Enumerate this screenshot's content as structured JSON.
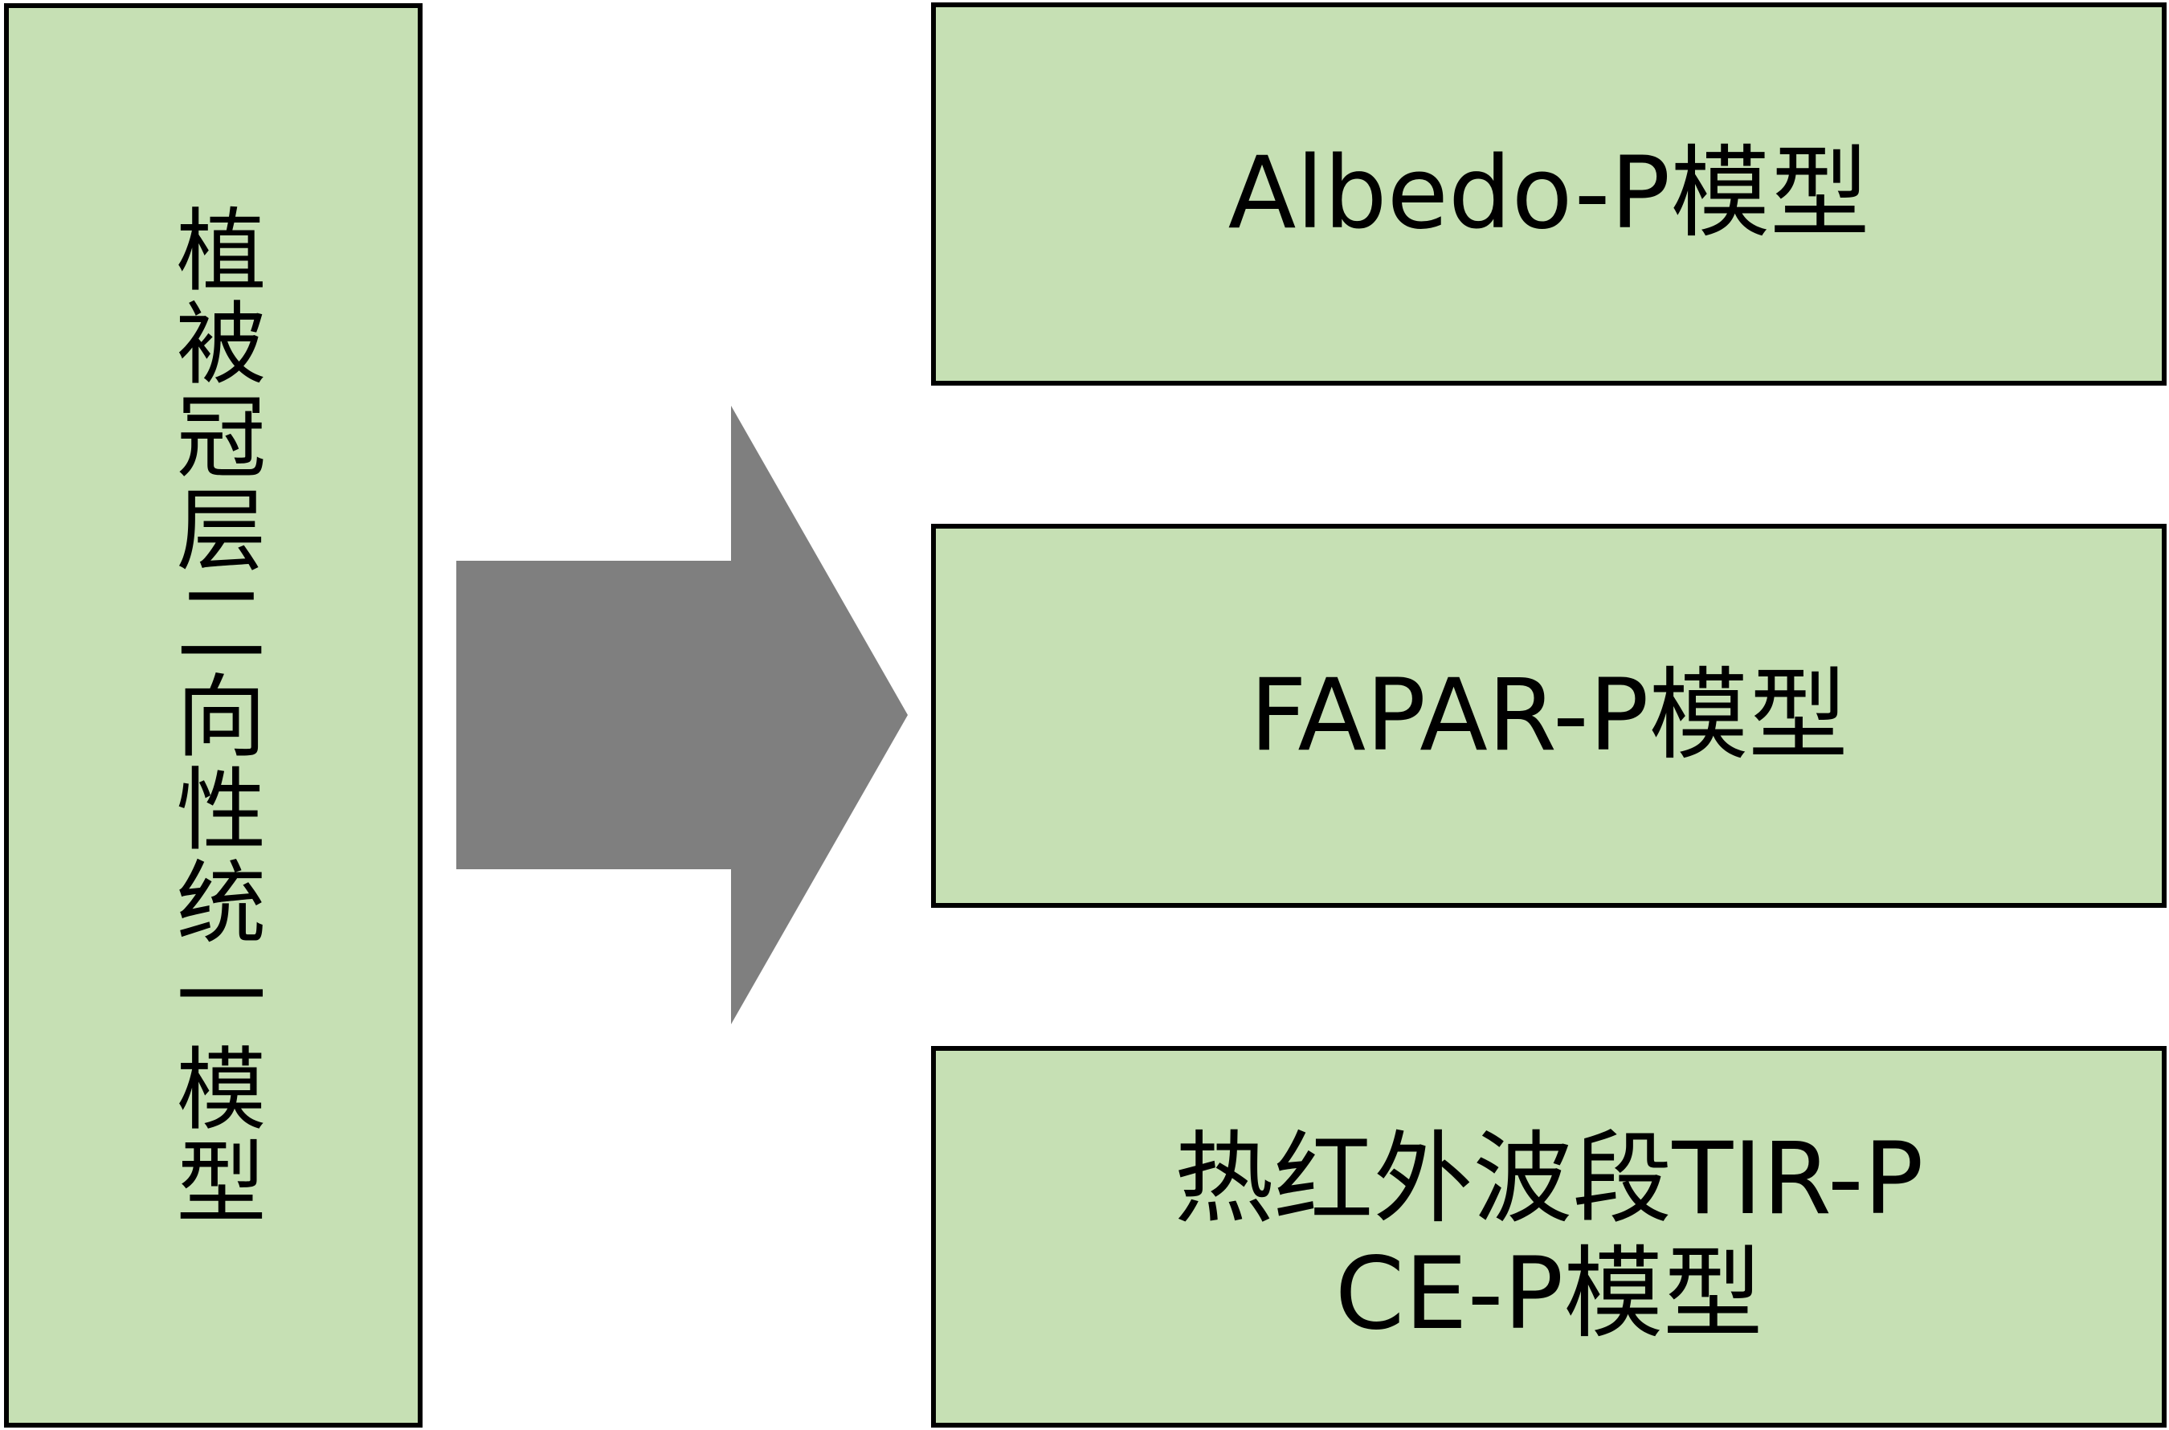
{
  "colors": {
    "box_fill": "#c6e0b4",
    "box_border": "#000000",
    "arrow_fill": "#7f7f7f",
    "background": "#ffffff"
  },
  "left_box": {
    "title": "植被冠层二向性统一模型"
  },
  "arrow": {
    "direction": "right",
    "icon": "block-arrow-right"
  },
  "models": [
    {
      "lines": [
        "Albedo-P模型"
      ]
    },
    {
      "lines": [
        "FAPAR-P模型"
      ]
    },
    {
      "lines": [
        "热红外波段TIR-P",
        "CE-P模型"
      ]
    }
  ]
}
